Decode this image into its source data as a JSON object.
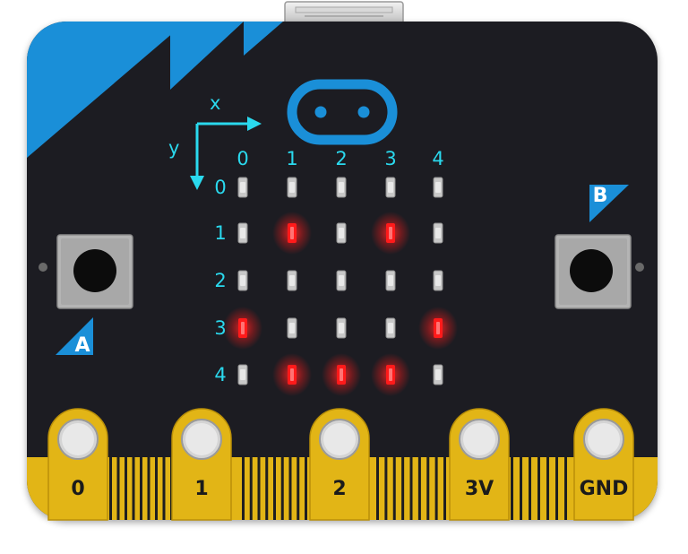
{
  "board": {
    "axis_x_label": "x",
    "axis_y_label": "y",
    "button_a_label": "A",
    "button_b_label": "B",
    "pins": [
      {
        "label": "0"
      },
      {
        "label": "1"
      },
      {
        "label": "2"
      },
      {
        "label": "3V"
      },
      {
        "label": "GND"
      }
    ]
  },
  "led_matrix": {
    "col_labels": [
      "0",
      "1",
      "2",
      "3",
      "4"
    ],
    "row_labels": [
      "0",
      "1",
      "2",
      "3",
      "4"
    ],
    "lit": [
      [
        0,
        0,
        0,
        0,
        0
      ],
      [
        0,
        1,
        0,
        1,
        0
      ],
      [
        0,
        0,
        0,
        0,
        0
      ],
      [
        1,
        0,
        0,
        0,
        1
      ],
      [
        0,
        1,
        1,
        1,
        0
      ]
    ]
  },
  "colors": {
    "board": "#1e1e20",
    "accent_blue": "#1a8fd8",
    "axis": "#2ad9ee",
    "pin_gold": "#e2b516",
    "led_on": "#ff1a1a",
    "led_off": "#c8c8c8"
  }
}
